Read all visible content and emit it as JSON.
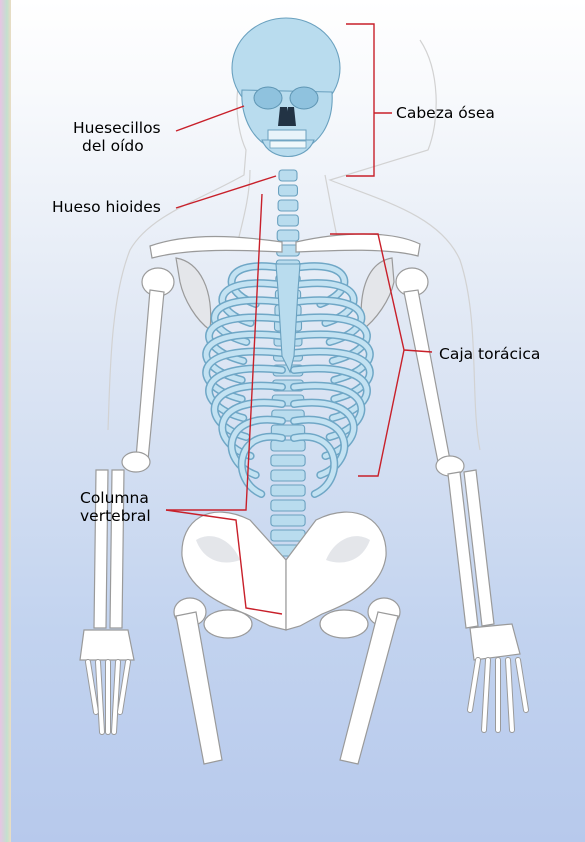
{
  "labels": {
    "ossicles": [
      "Huesecillos",
      "del oído"
    ],
    "hyoid": "Hueso hioides",
    "skull": "Cabeza ósea",
    "ribcage": "Caja torácica",
    "spine": [
      "Columna",
      "vertebral"
    ]
  },
  "colors": {
    "axial_bone": "#b9dcee",
    "appendicular_bone": "#ffffff",
    "leader_line": "#c8202a",
    "background_top": "#ffffff",
    "background_bottom": "#b7c9ec"
  }
}
